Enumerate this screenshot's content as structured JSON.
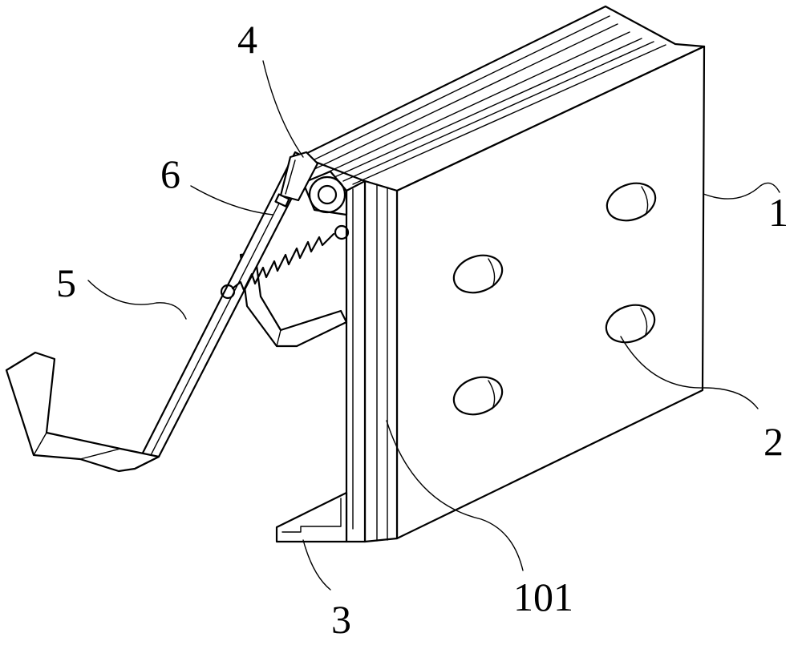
{
  "labels": {
    "l1": "1",
    "l2": "2",
    "l3": "3",
    "l4": "4",
    "l5": "5",
    "l6": "6",
    "l101": "101"
  },
  "colors": {
    "line": "#000000",
    "background": "#ffffff"
  }
}
